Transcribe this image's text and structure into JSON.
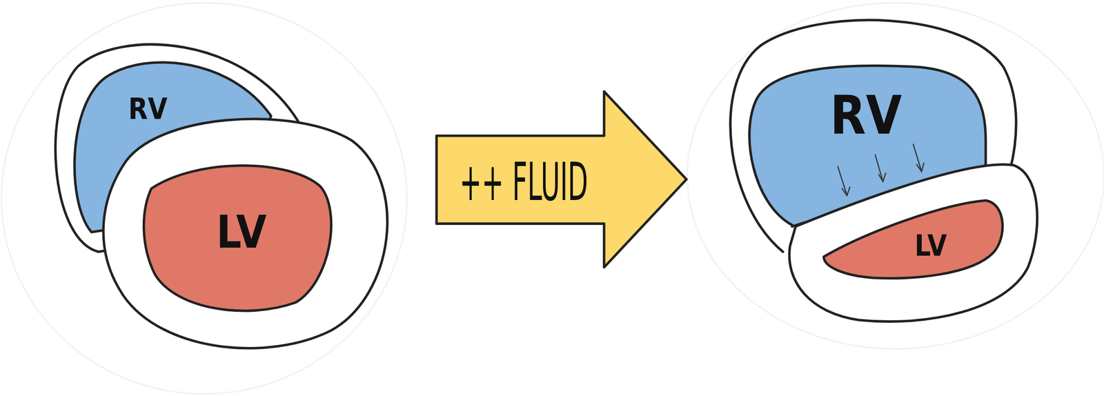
{
  "diagram": {
    "nodes": [
      {
        "text": [
          "RV"
        ]
      },
      {
        "text": [
          "LV"
        ]
      },
      {
        "text": [
          "++ FLUID"
        ]
      },
      {
        "text": [
          "RV"
        ]
      },
      {
        "text": [
          "LV"
        ]
      }
    ]
  }
}
